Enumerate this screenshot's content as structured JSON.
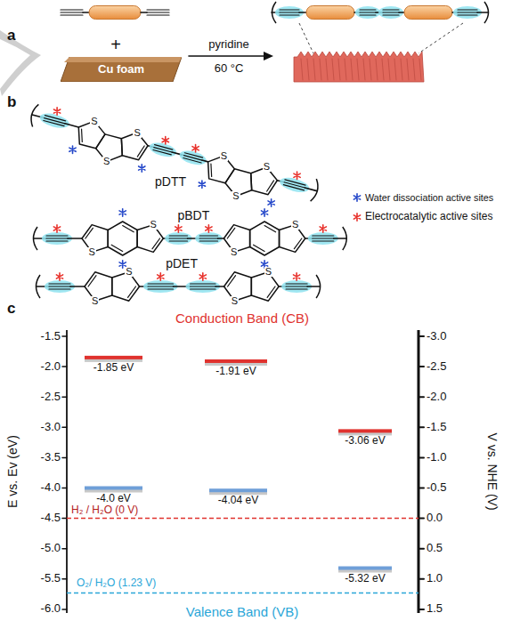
{
  "diagram": {
    "nodes": [
      {
        "text": [
          "Cu foam"
        ]
      }
    ],
    "labels": [
      "a",
      "+",
      "pyridine",
      "60 °C",
      "b",
      "pDTT",
      "pBDT",
      "pDET",
      "S",
      "S",
      "S",
      "S",
      "S",
      "S",
      "S",
      "S",
      "S",
      "S",
      "S",
      "S",
      "S",
      "S",
      "c",
      "Conduction Band (CB)",
      "Valence Band (VB)",
      "E vs. Ev (eV)",
      "V vs. NHE (V)",
      "-1.5",
      "-2.0",
      "-2.5",
      "-3.0",
      "-3.5",
      "-4.0",
      "-4.5",
      "-5.0",
      "-5.5",
      "-6.0",
      "-3.0",
      "-2.5",
      "-2.0",
      "-1.5",
      "-1.0",
      "-0.5",
      "0.0",
      "0.5",
      "1.0",
      "1.5",
      "-1.85 eV",
      "-1.91 eV",
      "-3.06 eV",
      "-4.0 eV",
      "-4.04 eV",
      "-5.32 eV",
      "H₂ / H₂O (0 V)",
      "O₂/ H₂O (1.23 V)"
    ],
    "legend": [
      {
        "text": "Water dissociation active sites"
      },
      {
        "text": "Electrocatalytic active sites"
      }
    ]
  }
}
